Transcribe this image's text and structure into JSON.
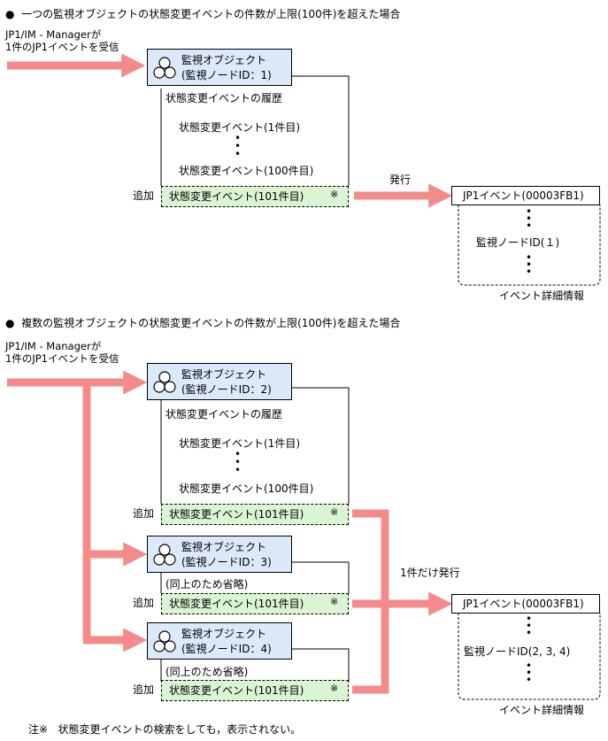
{
  "section1": {
    "heading": "一つの監視オブジェクトの状態変更イベントの件数が上限(100件)を超えた場合",
    "receive_line1": "JP1/IM - Managerが",
    "receive_line2": "1件のJP1イベントを受信",
    "object_line1": "監視オブジェクト",
    "object_line2": "(監視ノードID：1)",
    "history_title": "状態変更イベントの履歴",
    "history_first": "状態変更イベント(1件目)",
    "history_last": "状態変更イベント(100件目)",
    "add_label": "追加",
    "new_event": "状態変更イベント(101件目)",
    "note_mark": "※",
    "issue_label": "発行",
    "jp1_event": "JP1イベント(00003FB1)",
    "detail_node": "監視ノードID(１)",
    "detail_caption": "イベント詳細情報"
  },
  "section2": {
    "heading": "複数の監視オブジェクトの状態変更イベントの件数が上限(100件)を超えた場合",
    "receive_line1": "JP1/IM - Managerが",
    "receive_line2": "1件のJP1イベントを受信",
    "objects": [
      {
        "line1": "監視オブジェクト",
        "line2": "(監視ノードID：2)"
      },
      {
        "line1": "監視オブジェクト",
        "line2": "(監視ノードID：3)"
      },
      {
        "line1": "監視オブジェクト",
        "line2": "(監視ノードID：4)"
      }
    ],
    "history_title": "状態変更イベントの履歴",
    "history_first": "状態変更イベント(1件目)",
    "history_last": "状態変更イベント(100件目)",
    "omitted": "(同上のため省略)",
    "add_label": "追加",
    "new_event": "状態変更イベント(101件目)",
    "note_mark": "※",
    "issue_label": "1件だけ発行",
    "jp1_event": "JP1イベント(00003FB1)",
    "detail_node": "監視ノードID(2, 3, 4)",
    "detail_caption": "イベント詳細情報"
  },
  "footnote": {
    "mark": "注※",
    "text": "状態変更イベントの検索をしても，表示されない。"
  },
  "colors": {
    "arrow": "#f48a8a",
    "object_fill": "#dbe9fb",
    "event_fill": "#d9f5d3"
  }
}
